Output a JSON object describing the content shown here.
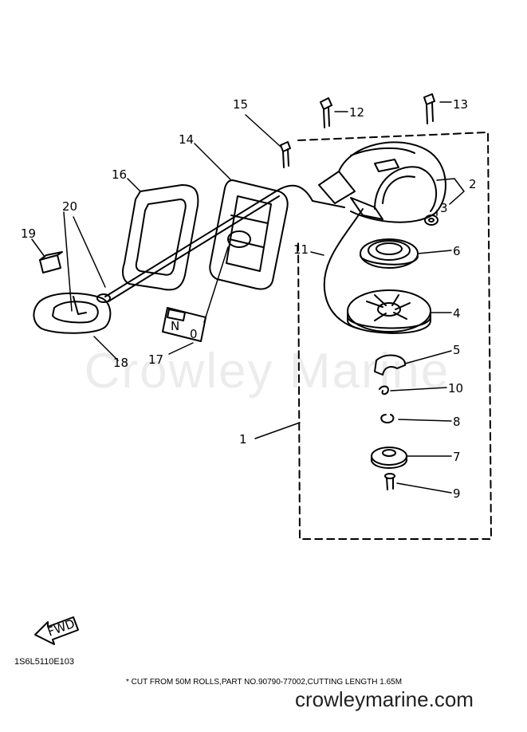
{
  "diagram": {
    "watermark": "Crowley Marine",
    "part_labels": {
      "p1": "1",
      "p2": "2",
      "p3": "3",
      "p4": "4",
      "p5": "5",
      "p6": "6",
      "p7": "7",
      "p8": "8",
      "p9": "9",
      "p10": "10",
      "p11": "11",
      "p12": "12",
      "p13": "13",
      "p14": "14",
      "p15": "15",
      "p16": "16",
      "p17": "17",
      "p18": "18",
      "p19": "19",
      "p20": "20"
    },
    "decal_letters": {
      "left": "N",
      "right": "0"
    },
    "fwd_label": "FWD",
    "diagram_code": "1S6L5110E103",
    "footnote": "* CUT FROM 50M ROLLS,PART NO.90790-77002,CUTTING LENGTH 1.65M",
    "website": "crowleymarine.com"
  }
}
